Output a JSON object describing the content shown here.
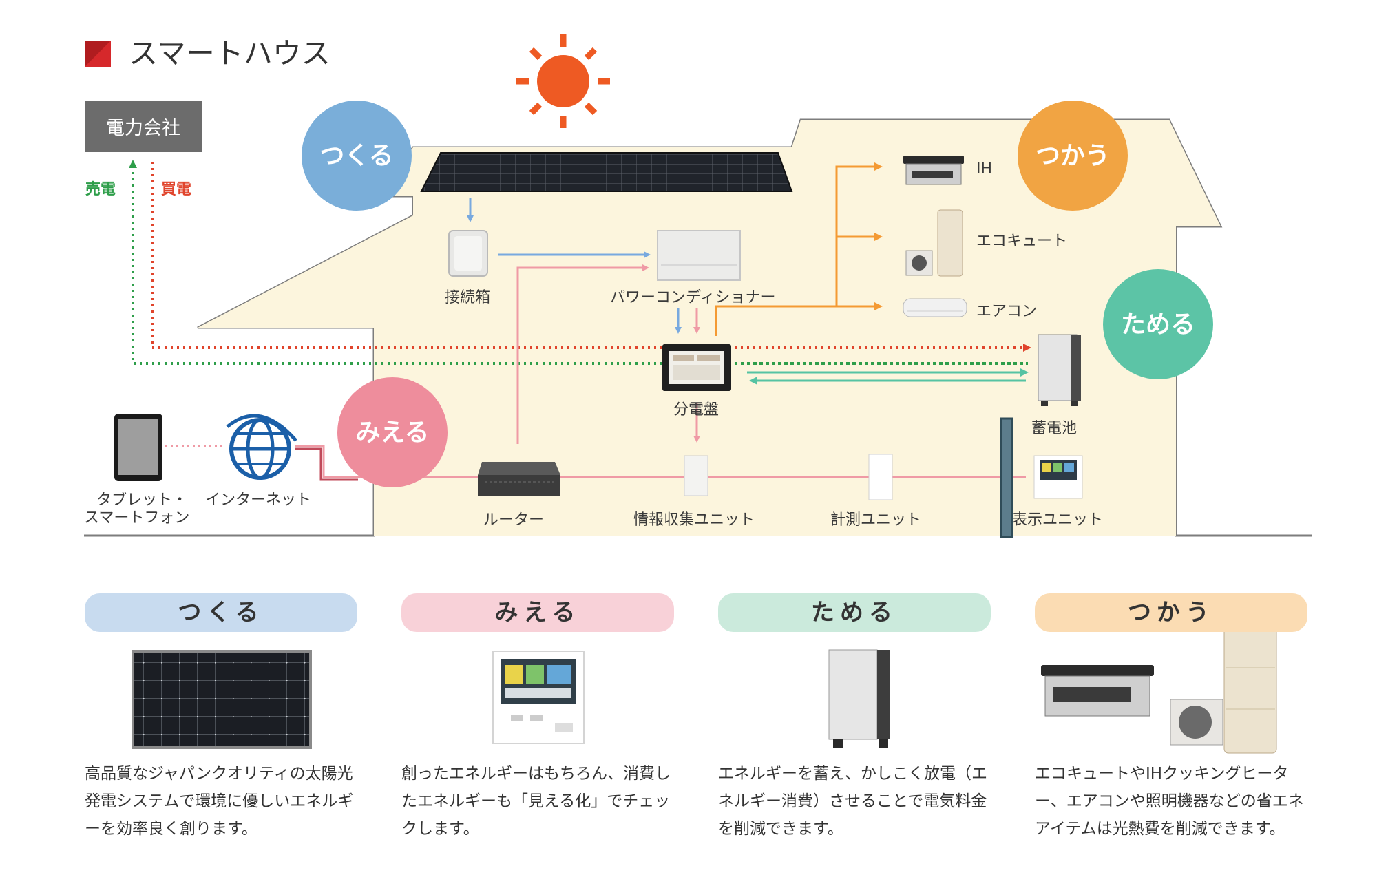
{
  "header": {
    "title": "スマートハウス",
    "accent": "#d6282b"
  },
  "grid": {
    "box": "電力会社",
    "sell": "売電",
    "buy": "買電"
  },
  "circles": {
    "tsukuru": {
      "label": "つくる",
      "color": "#7aaed9"
    },
    "tsukau": {
      "label": "つかう",
      "color": "#f1a443"
    },
    "tameru": {
      "label": "ためる",
      "color": "#5cc4a6"
    },
    "mieru": {
      "label": "みえる",
      "color": "#ee8d9c"
    }
  },
  "devices": {
    "junction_box": "接続箱",
    "power_conditioner": "パワーコンディショナー",
    "distribution_board": "分電盤",
    "ih": "IH",
    "ecocute": "エコキュート",
    "aircon": "エアコン",
    "battery": "蓄電池",
    "tablet_line1": "タブレット・",
    "tablet_line2": "スマートフォン",
    "internet": "インターネット",
    "router": "ルーター",
    "info_unit": "情報収集ユニット",
    "meter_unit": "計測ユニット",
    "display_unit": "表示ユニット"
  },
  "colors": {
    "house_fill": "#fcf5dd",
    "house_outline": "#7d7d7d",
    "blue_flow": "#78a9df",
    "pink_flow": "#ef9aa5",
    "orange_flow": "#f49a33",
    "green_flow": "#2e9e4a",
    "red_flow": "#e0442c",
    "teal_flow": "#55c3a3",
    "sun": "#ee5a23"
  },
  "categories": [
    {
      "title": "つくる",
      "color": "#c8dbef",
      "desc": "高品質なジャパンクオリティの太陽光発電システムで環境に優しいエネルギーを効率良く創ります。"
    },
    {
      "title": "みえる",
      "color": "#f8d1d8",
      "desc": "創ったエネルギーはもちろん、消費したエネルギーも「見える化」でチェックします。"
    },
    {
      "title": "ためる",
      "color": "#cbeadc",
      "desc": "エネルギーを蓄え、かしこく放電（エネルギー消費）させることで電気料金を削減できます。"
    },
    {
      "title": "つかう",
      "color": "#fbdcb3",
      "desc": "エコキュートやIHクッキングヒーター、エアコンや照明機器などの省エネアイテムは光熱費を削減できます。"
    }
  ]
}
